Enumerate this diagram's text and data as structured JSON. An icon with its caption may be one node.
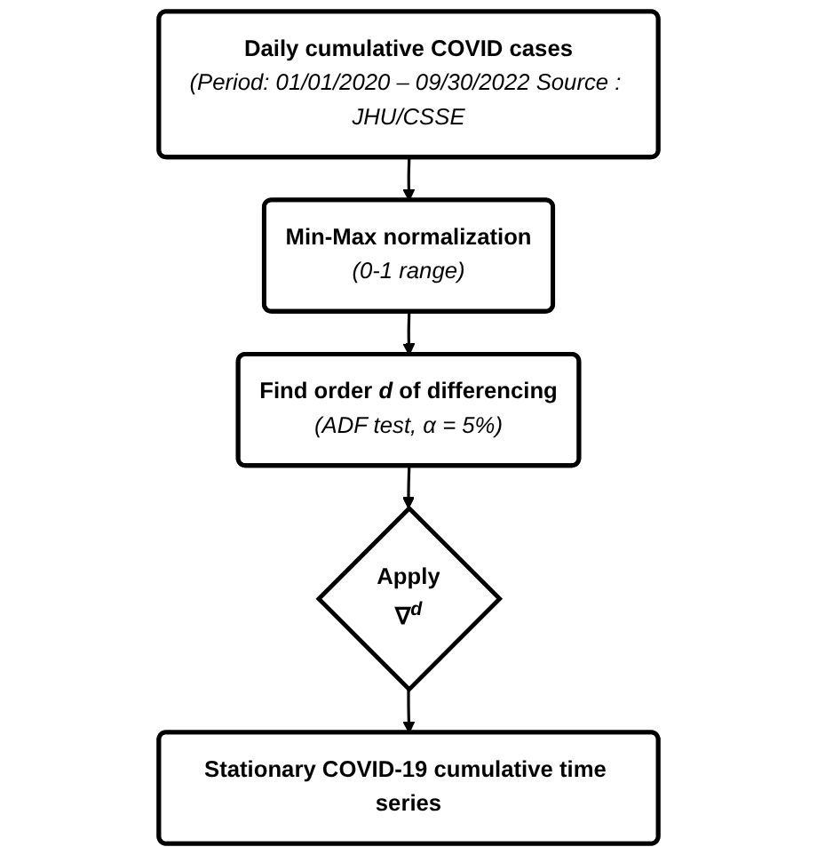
{
  "diagram": {
    "nodes": [
      {
        "text": [
          "Daily cumulative COVID cases",
          "(Period: 01/01/2020 – 09/30/2022 Source : JHU/CSSE"
        ]
      },
      {
        "text": [
          "Min-Max normalization",
          "(0-1 range)"
        ]
      },
      {
        "text": [
          "Find order *d* of differencing",
          "(ADF test, α = 5%)"
        ]
      },
      {
        "text": [
          "Apply",
          "∇$^{d}$"
        ]
      },
      {
        "text": [
          "Stationary COVID-19 cumulative time series"
        ]
      }
    ],
    "edges": [
      {
        "from": 0,
        "to": 1,
        "arrow": "to"
      },
      {
        "from": 1,
        "to": 2,
        "arrow": "to"
      },
      {
        "from": 2,
        "to": 3,
        "arrow": "to"
      },
      {
        "from": 3,
        "to": 4,
        "arrow": "to"
      }
    ]
  }
}
